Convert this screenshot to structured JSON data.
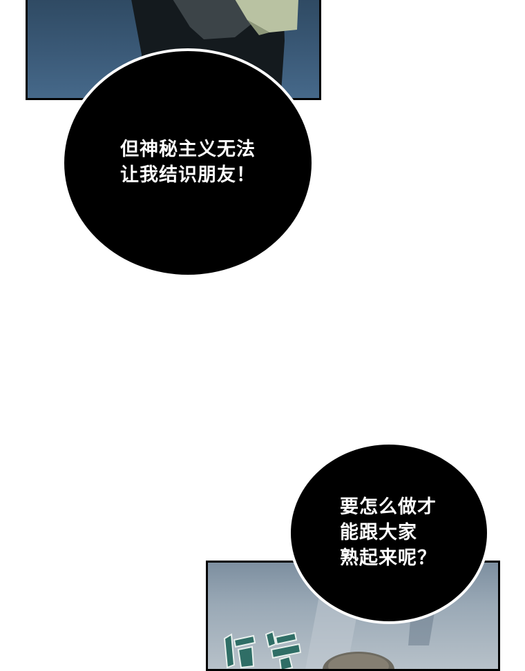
{
  "speech_bubbles": [
    {
      "lines": [
        "但神秘主义无法",
        "让我结识朋友！"
      ]
    },
    {
      "lines": [
        "要怎么做才",
        "能跟大家",
        "熟起来呢？"
      ]
    }
  ],
  "colors": {
    "bubble_fill": "#000000",
    "bubble_outline": "#ffffff",
    "bubble_text": "#ffffff",
    "page_background": "#ffffff",
    "top_panel_blue": "#3b5a78",
    "bottom_panel_grey": "#9aa9b6",
    "sfx_teal": "#2f6e66"
  }
}
